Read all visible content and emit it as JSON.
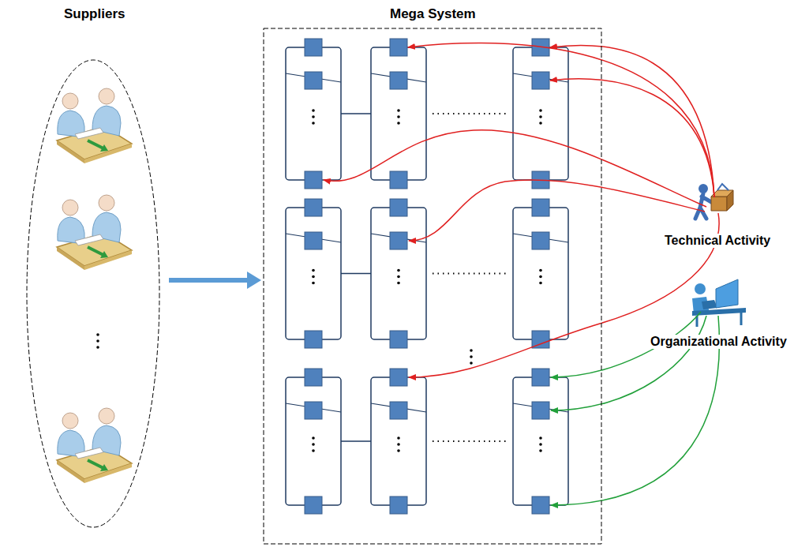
{
  "diagram": {
    "nodes": [
      {
        "text": [
          "Suppliers"
        ]
      },
      {
        "text": [
          "Mega System"
        ]
      }
    ],
    "edges": [
      {
        "from": 0,
        "to": 1,
        "arrow": "to"
      }
    ],
    "labels": [
      "Technical Activity",
      "Organizational Activity"
    ]
  }
}
